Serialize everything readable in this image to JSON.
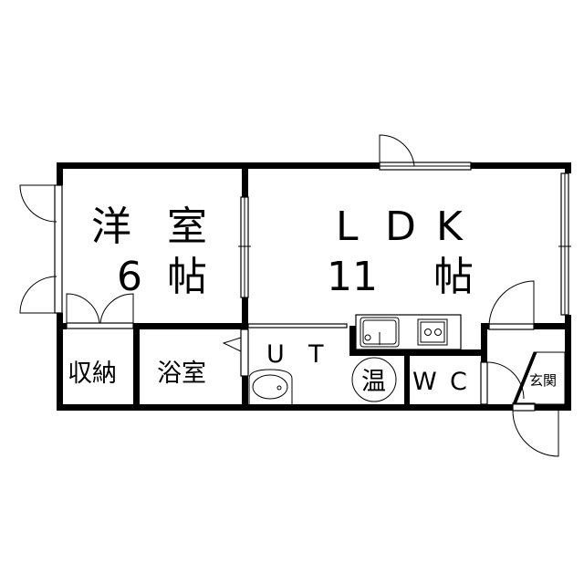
{
  "rooms": {
    "western_room": {
      "name1": "洋",
      "name2": "室",
      "size_num": "6",
      "size_unit": "帖"
    },
    "ldk": {
      "l": "L",
      "d": "D",
      "k": "K",
      "size_num": "11",
      "size_unit": "帖"
    },
    "storage": "収納",
    "bathroom": "浴室",
    "utility": {
      "u": "U",
      "t": "T"
    },
    "water_heater": "温",
    "toilet": {
      "w": "W",
      "c": "C"
    },
    "entrance": "玄関"
  }
}
